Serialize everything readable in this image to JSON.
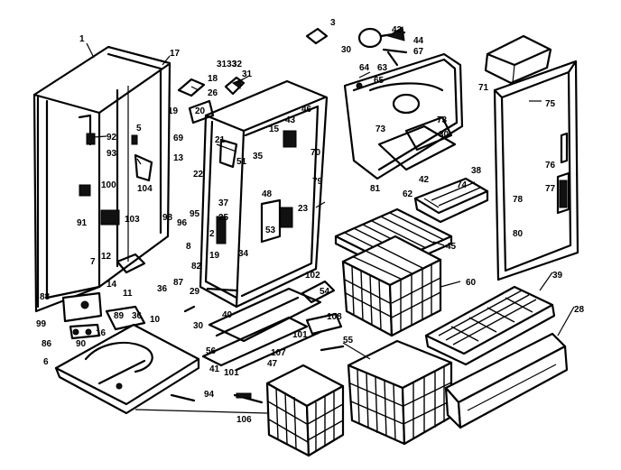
{
  "diagram": {
    "callouts": [
      {
        "key": "c1",
        "text": "1"
      },
      {
        "key": "c17",
        "text": "17"
      },
      {
        "key": "c92",
        "text": "92"
      },
      {
        "key": "c93",
        "text": "93"
      },
      {
        "key": "c5",
        "text": "5"
      },
      {
        "key": "c13",
        "text": "13"
      },
      {
        "key": "c100",
        "text": "100"
      },
      {
        "key": "c104",
        "text": "104"
      },
      {
        "key": "c91",
        "text": "91"
      },
      {
        "key": "c103",
        "text": "103"
      },
      {
        "key": "c7",
        "text": "7"
      },
      {
        "key": "c12",
        "text": "12"
      },
      {
        "key": "c14",
        "text": "14"
      },
      {
        "key": "c11",
        "text": "11"
      },
      {
        "key": "c36a",
        "text": "36"
      },
      {
        "key": "c88",
        "text": "88"
      },
      {
        "key": "c99",
        "text": "99"
      },
      {
        "key": "c89",
        "text": "89"
      },
      {
        "key": "c36b",
        "text": "36"
      },
      {
        "key": "c10",
        "text": "10"
      },
      {
        "key": "c86",
        "text": "86"
      },
      {
        "key": "c90",
        "text": "90"
      },
      {
        "key": "c16",
        "text": "16"
      },
      {
        "key": "c6",
        "text": "6"
      },
      {
        "key": "c3133",
        "text": "3133"
      },
      {
        "key": "c32",
        "text": "32"
      },
      {
        "key": "c18",
        "text": "18"
      },
      {
        "key": "c31",
        "text": "31"
      },
      {
        "key": "c26",
        "text": "26"
      },
      {
        "key": "c19a",
        "text": "19"
      },
      {
        "key": "c20",
        "text": "20"
      },
      {
        "key": "c69",
        "text": "69"
      },
      {
        "key": "c21",
        "text": "21"
      },
      {
        "key": "c51",
        "text": "51"
      },
      {
        "key": "c35",
        "text": "35"
      },
      {
        "key": "c15",
        "text": "15"
      },
      {
        "key": "c43",
        "text": "43"
      },
      {
        "key": "c46",
        "text": "46"
      },
      {
        "key": "c70",
        "text": "70"
      },
      {
        "key": "c22",
        "text": "22"
      },
      {
        "key": "c37",
        "text": "37"
      },
      {
        "key": "c25",
        "text": "25"
      },
      {
        "key": "c48",
        "text": "48"
      },
      {
        "key": "c79",
        "text": "79"
      },
      {
        "key": "c95",
        "text": "95"
      },
      {
        "key": "c98",
        "text": "98"
      },
      {
        "key": "c96",
        "text": "96"
      },
      {
        "key": "c2",
        "text": "2"
      },
      {
        "key": "c23",
        "text": "23"
      },
      {
        "key": "c53",
        "text": "53"
      },
      {
        "key": "c19b",
        "text": "19"
      },
      {
        "key": "c34",
        "text": "34"
      },
      {
        "key": "c8",
        "text": "8"
      },
      {
        "key": "c82",
        "text": "82"
      },
      {
        "key": "c87",
        "text": "87"
      },
      {
        "key": "c29",
        "text": "29"
      },
      {
        "key": "c102",
        "text": "102"
      },
      {
        "key": "c54",
        "text": "54"
      },
      {
        "key": "c40",
        "text": "40"
      },
      {
        "key": "c108",
        "text": "108"
      },
      {
        "key": "c30a",
        "text": "30"
      },
      {
        "key": "c101a",
        "text": "101"
      },
      {
        "key": "c56",
        "text": "56"
      },
      {
        "key": "c107",
        "text": "107"
      },
      {
        "key": "c41",
        "text": "41"
      },
      {
        "key": "c47",
        "text": "47"
      },
      {
        "key": "c101b",
        "text": "101"
      },
      {
        "key": "c94",
        "text": "94"
      },
      {
        "key": "c106",
        "text": "106"
      },
      {
        "key": "c3",
        "text": "3"
      },
      {
        "key": "c30b",
        "text": "30"
      },
      {
        "key": "c42a",
        "text": "42"
      },
      {
        "key": "c44",
        "text": "44"
      },
      {
        "key": "c67",
        "text": "67"
      },
      {
        "key": "c64",
        "text": "64"
      },
      {
        "key": "c63",
        "text": "63"
      },
      {
        "key": "c65",
        "text": "65"
      },
      {
        "key": "c73a",
        "text": "73"
      },
      {
        "key": "c73b",
        "text": "73"
      },
      {
        "key": "c30c",
        "text": "30"
      },
      {
        "key": "c42b",
        "text": "42"
      },
      {
        "key": "c81",
        "text": "81"
      },
      {
        "key": "c38",
        "text": "38"
      },
      {
        "key": "c74",
        "text": "74"
      },
      {
        "key": "c62",
        "text": "62"
      },
      {
        "key": "c45",
        "text": "45"
      },
      {
        "key": "c60",
        "text": "60"
      },
      {
        "key": "c71",
        "text": "71"
      },
      {
        "key": "c75",
        "text": "75"
      },
      {
        "key": "c76",
        "text": "76"
      },
      {
        "key": "c77",
        "text": "77"
      },
      {
        "key": "c78",
        "text": "78"
      },
      {
        "key": "c80",
        "text": "80"
      },
      {
        "key": "c39",
        "text": "39"
      },
      {
        "key": "c28",
        "text": "28"
      },
      {
        "key": "c55",
        "text": "55"
      }
    ]
  }
}
